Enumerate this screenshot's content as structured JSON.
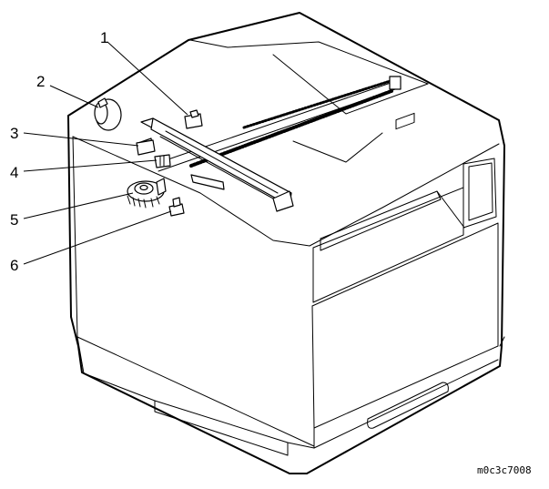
{
  "figure": {
    "callouts": [
      "1",
      "2",
      "3",
      "4",
      "5",
      "6"
    ],
    "figure_code": "m0c3c7008"
  }
}
